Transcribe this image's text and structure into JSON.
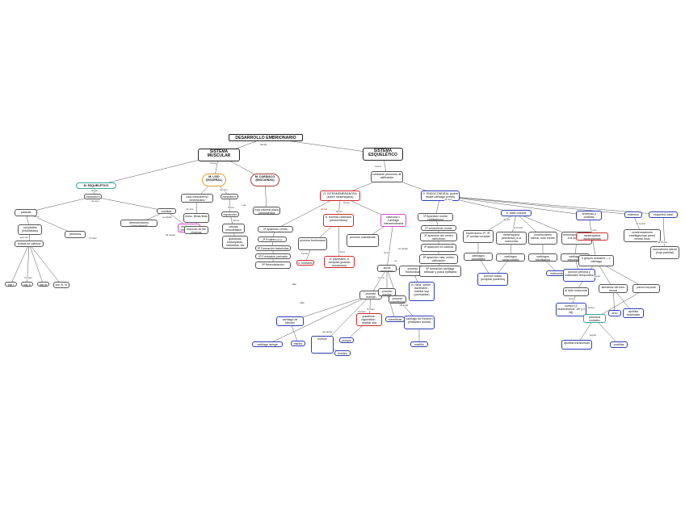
{
  "nodes": [
    {
      "id": "root",
      "text": "DESARROLLO EMBRIONARIO",
      "style": "title"
    },
    {
      "id": "sm",
      "text": "SISTEMA MUSCULAR",
      "style": "h1"
    },
    {
      "id": "se",
      "text": "SISTEMA ESQUELÉTICO",
      "style": "h1"
    },
    {
      "id": "mesq",
      "text": "M. ESQUELÉTICO",
      "style": "b teal pill"
    },
    {
      "id": "mliso",
      "text": "M. LISO (VISCERAL)",
      "style": "b orange pill"
    },
    {
      "id": "mcard",
      "text": "M. CARDIACO (MIOCARDIO)",
      "style": "b maroon pill"
    },
    {
      "id": "mesod",
      "text": "mesodermo"
    },
    {
      "id": "paraxial",
      "text": "paraxial"
    },
    {
      "id": "somitas",
      "text": "somitas"
    },
    {
      "id": "dermo",
      "text": "dermomiotomo (dorsolateral)"
    },
    {
      "id": "esclero",
      "text": "esclerotomo (ventromedial)",
      "style": "pink"
    },
    {
      "id": "preotico",
      "text": "preóticos"
    },
    {
      "id": "occip",
      "text": "occipitales (mioblastos)"
    },
    {
      "id": "par1",
      "text": "par I"
    },
    {
      "id": "par2",
      "text": "par II"
    },
    {
      "id": "par3",
      "text": "par III"
    },
    {
      "id": "par4",
      "text": "par IV, VI"
    },
    {
      "id": "bolsas",
      "text": "bolsas de cabeza"
    },
    {
      "id": "tod",
      "text": "todo mesodermo embrionario"
    },
    {
      "id": "mesodx",
      "text": "mesodermo"
    },
    {
      "id": "espl",
      "text": "esplácnico"
    },
    {
      "id": "hoja",
      "text": "hoja visceral placa cardiogénica"
    },
    {
      "id": "msf",
      "text": "músc. fibras lisas"
    },
    {
      "id": "cel",
      "text": "células mesoteliales"
    },
    {
      "id": "m_int",
      "text": "músculo de las vísceras"
    },
    {
      "id": "glandula",
      "text": "glándulas sudoríparas, mamarias, iris"
    },
    {
      "id": "forma",
      "text": "mediante procesos de osificación"
    },
    {
      "id": "intram",
      "text": "O. INTRAMEMBRANOSA (sobre mesénquima)",
      "style": "red"
    },
    {
      "id": "endo",
      "text": "O. ENDOCONDRAL (sobre molde cartílago previo)",
      "style": "blue"
    },
    {
      "id": "bcra",
      "text": "b. bóveda craneana (neurocráneo)",
      "style": "red"
    },
    {
      "id": "cart1",
      "text": "clavícula 1. Cartílago intermembrana",
      "style": "pink"
    },
    {
      "id": "ec1",
      "text": "1ª Aparición centro osificación"
    },
    {
      "id": "ec2",
      "text": "2ª Proliferación"
    },
    {
      "id": "ec3",
      "text": "3ª Formación trabéculas"
    },
    {
      "id": "ec4",
      "text": "4ª Formación periostio"
    },
    {
      "id": "ec5",
      "text": "5ª Remodelación"
    },
    {
      "id": "frontal",
      "text": "h. frontales",
      "style": "red"
    },
    {
      "id": "prot",
      "text": "proceso frontonasal"
    },
    {
      "id": "parietal",
      "text": "-h. parietales -h. occipital (porción escamosa)",
      "style": "red"
    },
    {
      "id": "mandib",
      "text": "proceso mandibular"
    },
    {
      "id": "procma",
      "text": "proceso maxilar"
    },
    {
      "id": "arcos",
      "text": "arcos faríngeos"
    },
    {
      "id": "proc2",
      "text": "proceso frontonasal"
    },
    {
      "id": "nasal",
      "text": "-h. nariz -vómer -lacrimales -maxilar sup (premaxilar)",
      "style": "blue"
    },
    {
      "id": "maxilar",
      "text": "proceso maxilar"
    },
    {
      "id": "mandibu",
      "text": "proceso mandibular"
    },
    {
      "id": "cartlar",
      "text": "cartílago laringe",
      "style": "blue"
    },
    {
      "id": "cartmec",
      "text": "cartílago de Meckel",
      "style": "blue"
    },
    {
      "id": "yunque",
      "text": "yunque",
      "style": "blue"
    },
    {
      "id": "cigom",
      "text": "-palatinos -cigomático -maxilar sup",
      "style": "red"
    },
    {
      "id": "mandib2",
      "text": "mandíbula",
      "style": "blue"
    },
    {
      "id": "estrib",
      "text": "estribo",
      "style": "blue"
    },
    {
      "id": "martillo",
      "text": "martillo",
      "style": "blue"
    },
    {
      "id": "cartrei",
      "text": "cartílago de Reichert (estiloides dorsal)",
      "style": "blue"
    },
    {
      "id": "huesos",
      "text": "huesos",
      "style": "blue"
    },
    {
      "id": "hioides",
      "text": "hioides",
      "style": "blue"
    },
    {
      "id": "apari",
      "text": "1ª Aparición molde cartilaginoso"
    },
    {
      "id": "cre2",
      "text": "2ª crecimiento molde"
    },
    {
      "id": "aparic",
      "text": "3ª aparición del centro osificación"
    },
    {
      "id": "cab",
      "text": "4ª aparición en cabeza"
    },
    {
      "id": "diaf",
      "text": "5ª aparición más, centro osificación"
    },
    {
      "id": "ultimo",
      "text": "6ª formación cartílago articular y placa epifisaria"
    },
    {
      "id": "bcran",
      "text": "b. base craneal",
      "style": "blue"
    },
    {
      "id": "verteb",
      "text": "vértebras y costillas",
      "style": "blue"
    },
    {
      "id": "esternon",
      "text": "esternón",
      "style": "blue"
    },
    {
      "id": "esqax",
      "text": "esqueleto axial",
      "style": "blue"
    },
    {
      "id": "esclerox",
      "text": "esclerotomo 2ª, 3ª, 4ª somita occipital"
    },
    {
      "id": "mesenq",
      "text": "mesénquima (alrededor) a la notocorda"
    },
    {
      "id": "condro",
      "text": "condrocráneo lateral, oído medio"
    },
    {
      "id": "mesenqx",
      "text": "mesénquima anterior a la notocorda"
    },
    {
      "id": "cartocc",
      "text": "cartílagos occipitales"
    },
    {
      "id": "cartpar",
      "text": "cartílagos paracordales"
    },
    {
      "id": "cartpre",
      "text": "cartílagos hipofisarios"
    },
    {
      "id": "cartpc",
      "text": "cartílagos precordales"
    },
    {
      "id": "basioc",
      "text": "porción basal (occipital posterior)",
      "style": "blue"
    },
    {
      "id": "esfen",
      "text": "esfenoides",
      "style": "blue"
    },
    {
      "id": "pet",
      "text": "porción petrosa y mastoides temporales",
      "style": "blue"
    },
    {
      "id": "mesenq3",
      "text": "mesénquima esclerotomos",
      "style": "red"
    },
    {
      "id": "escl3",
      "text": "3 grupos celulares —> cartílago"
    },
    {
      "id": "arcov",
      "text": "al lado notocorda"
    },
    {
      "id": "alrtub",
      "text": "alrededor del tubo neural"
    },
    {
      "id": "pared",
      "text": "pared corporal"
    },
    {
      "id": "cuerpo",
      "text": "cuerpo (2 esclerotomos: 1er y 2 tej)",
      "style": "blue"
    },
    {
      "id": "arco",
      "text": "arco",
      "style": "blue"
    },
    {
      "id": "apof",
      "text": "apófisis espinosas",
      "style": "blue"
    },
    {
      "id": "costales",
      "text": "procesos costales",
      "style": "teal"
    },
    {
      "id": "apoftr",
      "text": "apófisis transversas",
      "style": "blue"
    },
    {
      "id": "costill",
      "text": "costillas",
      "style": "blue"
    },
    {
      "id": "cond",
      "text": "condensaciones cartilaginosas pared ventral tórax"
    },
    {
      "id": "mesl",
      "text": "mesodermo lateral (hoja parietal)"
    }
  ],
  "labels": [
    "origen",
    "desde",
    "en",
    "forma",
    "de tipo",
    "se divide",
    "da origen",
    "que son",
    "dentro",
    "forman",
    "o de",
    "tallo",
    "ejemplos",
    "da lugar",
    "deriva",
    "de forma",
    "con",
    "según"
  ],
  "colors": {
    "line": "#555555",
    "blue": "#2d3fb3",
    "red": "#cf2a2a",
    "pink": "#d645d0",
    "teal": "#3aa6a0",
    "orange": "#e39a2a",
    "maroon": "#a43a3a"
  }
}
